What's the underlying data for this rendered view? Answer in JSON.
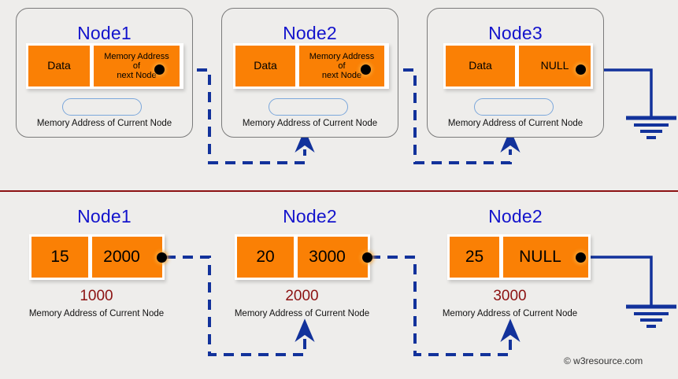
{
  "theme": {
    "background": "#EEEDEB",
    "cell_orange": "#FA8005",
    "node_title_blue": "#1414CC",
    "wire_navy": "#12329B",
    "address_red": "#8C1212",
    "divider_red": "#8C1212",
    "capsule_blue": "#7BA7DB"
  },
  "conceptual": {
    "caption_current": "Memory Address of Current Node",
    "nodes": [
      {
        "title": "Node1",
        "data_label": "Data",
        "next_label": "Memory Address\nof\nnext Node",
        "next_line1": "Memory Address",
        "next_line2": "of",
        "next_line3": "next Node",
        "caption": "Memory Address of Current Node",
        "terminal": false
      },
      {
        "title": "Node2",
        "data_label": "Data",
        "next_line1": "Memory Address",
        "next_line2": "of",
        "next_line3": "next Node",
        "caption": "Memory Address of Current Node",
        "terminal": false
      },
      {
        "title": "Node3",
        "data_label": "Data",
        "next_label": "NULL",
        "caption": "Memory Address of Current Node",
        "terminal": true
      }
    ]
  },
  "concrete": {
    "caption_current": "Memory Address of Current Node",
    "nodes": [
      {
        "title": "Node1",
        "data_value": "15",
        "next_value": "2000",
        "address": "1000",
        "caption": "Memory Address of Current Node",
        "terminal": false
      },
      {
        "title": "Node2",
        "data_value": "20",
        "next_value": "3000",
        "address": "2000",
        "caption": "Memory Address of Current Node",
        "terminal": false
      },
      {
        "title": "Node2",
        "data_value": "25",
        "next_value": "NULL",
        "address": "3000",
        "caption": "Memory Address of Current Node",
        "terminal": true
      }
    ]
  },
  "footer": {
    "watermark": "© w3resource.com"
  }
}
